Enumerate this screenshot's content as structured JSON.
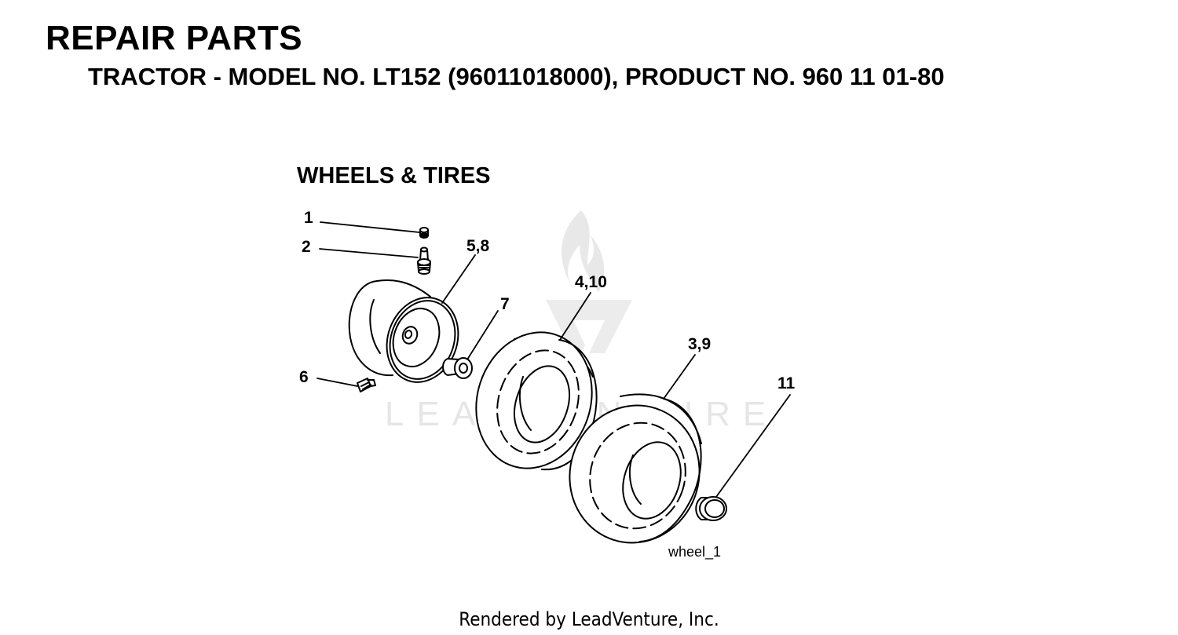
{
  "header": {
    "title": "REPAIR PARTS",
    "subtitle": "TRACTOR - MODEL NO. LT152 (96011018000), PRODUCT NO. 960 11 01-80"
  },
  "section_title": "WHEELS & TIRES",
  "callouts": {
    "c1": "1",
    "c2": "2",
    "c58": "5,8",
    "c7": "7",
    "c410": "4,10",
    "c39": "3,9",
    "c6": "6",
    "c11": "11"
  },
  "figure_ref": "wheel_1",
  "watermark": "LEADVENTURE",
  "footer": "Rendered by LeadVenture, Inc.",
  "colors": {
    "line": "#000000",
    "watermark": "#e6e6e6"
  }
}
